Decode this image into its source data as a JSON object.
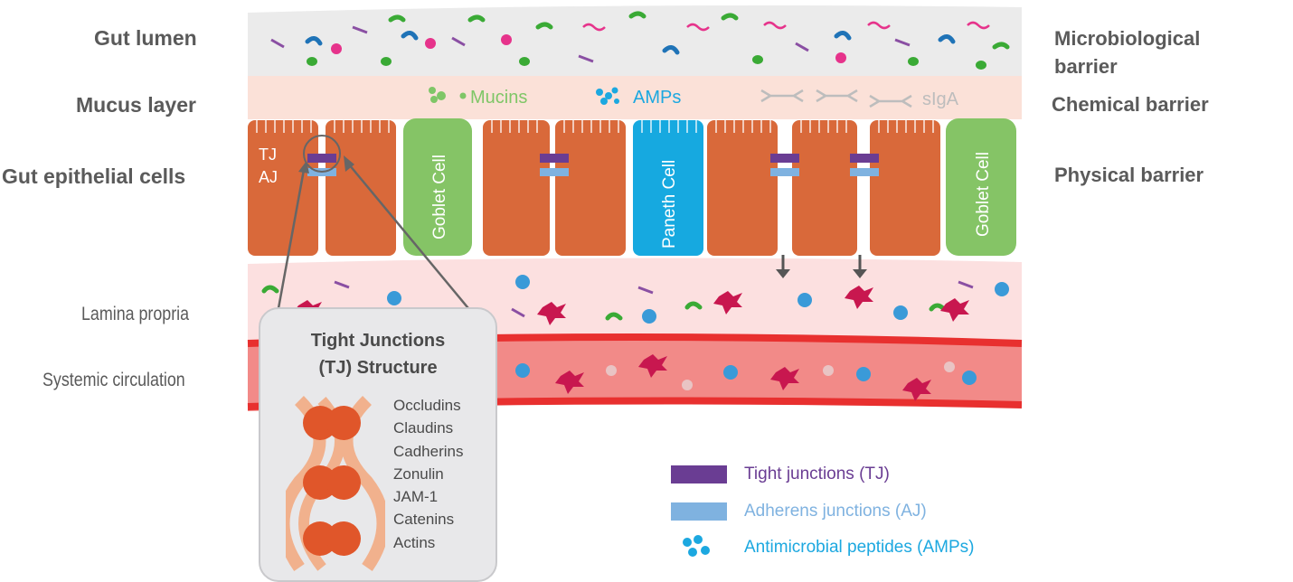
{
  "left_labels": {
    "gut_lumen": "Gut lumen",
    "mucus_layer": "Mucus layer",
    "gut_epithelial_cells": "Gut epithelial cells",
    "lamina_propria": "Lamina propria",
    "systemic_circulation": "Systemic circulation"
  },
  "right_labels": {
    "microbiological_barrier_line1": "Microbiological",
    "microbiological_barrier_line2": "barrier",
    "chemical_barrier": "Chemical barrier",
    "physical_barrier": "Physical barrier"
  },
  "mucus_labels": {
    "mucins": "Mucins",
    "amps": "AMPs",
    "siga": "sIgA"
  },
  "cell_labels": {
    "goblet_cell": "Goblet Cell",
    "paneth_cell": "Paneth Cell",
    "tj": "TJ",
    "aj": "AJ"
  },
  "tj_box": {
    "title_line1": "Tight Junctions",
    "title_line2": "(TJ) Structure",
    "components": [
      "Occludins",
      "Claudins",
      "Cadherins",
      "Zonulin",
      "JAM-1",
      "Catenins",
      "Actins"
    ]
  },
  "legend": {
    "tight_junctions": "Tight junctions (TJ)",
    "adherens_junctions": "Adherens junctions (AJ)",
    "antimicrobial_peptides": "Antimicrobial peptides (AMPs)"
  },
  "colors": {
    "lumen_bg": "#ebebeb",
    "mucus_bg": "#fbe1d8",
    "epithelial_cell": "#d9693a",
    "goblet_cell": "#85c466",
    "paneth_cell": "#16a9e0",
    "lamina_bg": "#fce0e0",
    "blood_vessel": "#f08080",
    "vessel_border": "#e8302f",
    "tight_junction": "#6a3d93",
    "adherens_junction": "#7fb2e0",
    "amp_dot": "#1ca8e0",
    "mucin_dot": "#7fc667",
    "tj_protein": "#e0562a",
    "tj_strand": "#f1b18d"
  }
}
